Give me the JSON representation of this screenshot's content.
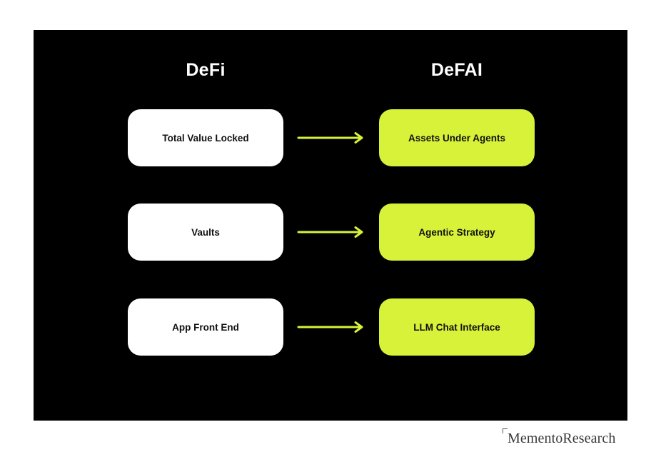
{
  "headings": {
    "left": "DeFi",
    "right": "DeFAI"
  },
  "rows": [
    {
      "defi": "Total Value Locked",
      "defai": "Assets Under Agents"
    },
    {
      "defi": "Vaults",
      "defai": "Agentic Strategy"
    },
    {
      "defi": "App Front End",
      "defai": "LLM Chat Interface"
    }
  ],
  "brand": {
    "text": "MementoResearch"
  },
  "colors": {
    "background": "#000000",
    "accent": "#d7f238",
    "defi_box": "#ffffff"
  },
  "icons": {
    "arrow": "arrow-right-icon",
    "brand_mark": "corner-bracket-icon"
  }
}
